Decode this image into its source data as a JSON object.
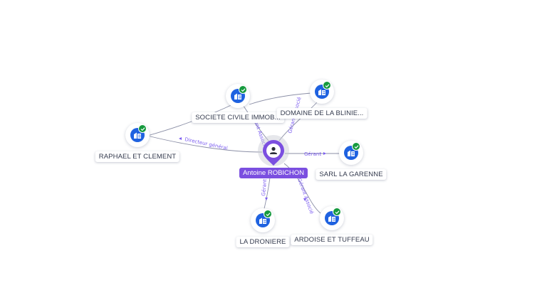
{
  "center": {
    "name": "Antoine ROBICHON",
    "icon": "person-icon",
    "color": "#7b4fe0"
  },
  "companies": [
    {
      "id": "societe-civile",
      "name": "SOCIETE CIVILE IMMOB...",
      "icon": "building-icon",
      "verified": true
    },
    {
      "id": "domaine",
      "name": "DOMAINE DE LA BLINIE...",
      "icon": "building-icon",
      "verified": true
    },
    {
      "id": "raphael",
      "name": "RAPHAEL ET CLEMENT",
      "icon": "building-icon",
      "verified": true
    },
    {
      "id": "sarl",
      "name": "SARL LA GARENNE",
      "icon": "building-icon",
      "verified": true
    },
    {
      "id": "droniere",
      "name": "LA DRONIERE",
      "icon": "building-icon",
      "verified": true
    },
    {
      "id": "ardoise",
      "name": "ARDOISE ET TUFFEAU",
      "icon": "building-icon",
      "verified": true
    }
  ],
  "relations": [
    {
      "from": "center",
      "to": "raphael",
      "label": "Directeur général"
    },
    {
      "from": "center",
      "to": "sarl",
      "label": "Gérant"
    },
    {
      "from": "center",
      "to": "societe-civile",
      "label": "Gérant Associé"
    },
    {
      "from": "center",
      "to": "domaine",
      "label": "Gérant Associé"
    },
    {
      "from": "center",
      "to": "droniere",
      "label": "Gérant"
    },
    {
      "from": "center",
      "to": "ardoise",
      "label": "Gérant Associé"
    }
  ],
  "colors": {
    "accent": "#7b4fe0",
    "node": "#1f62e0",
    "verified": "#169a3e",
    "edge": "#8b8fa6"
  }
}
